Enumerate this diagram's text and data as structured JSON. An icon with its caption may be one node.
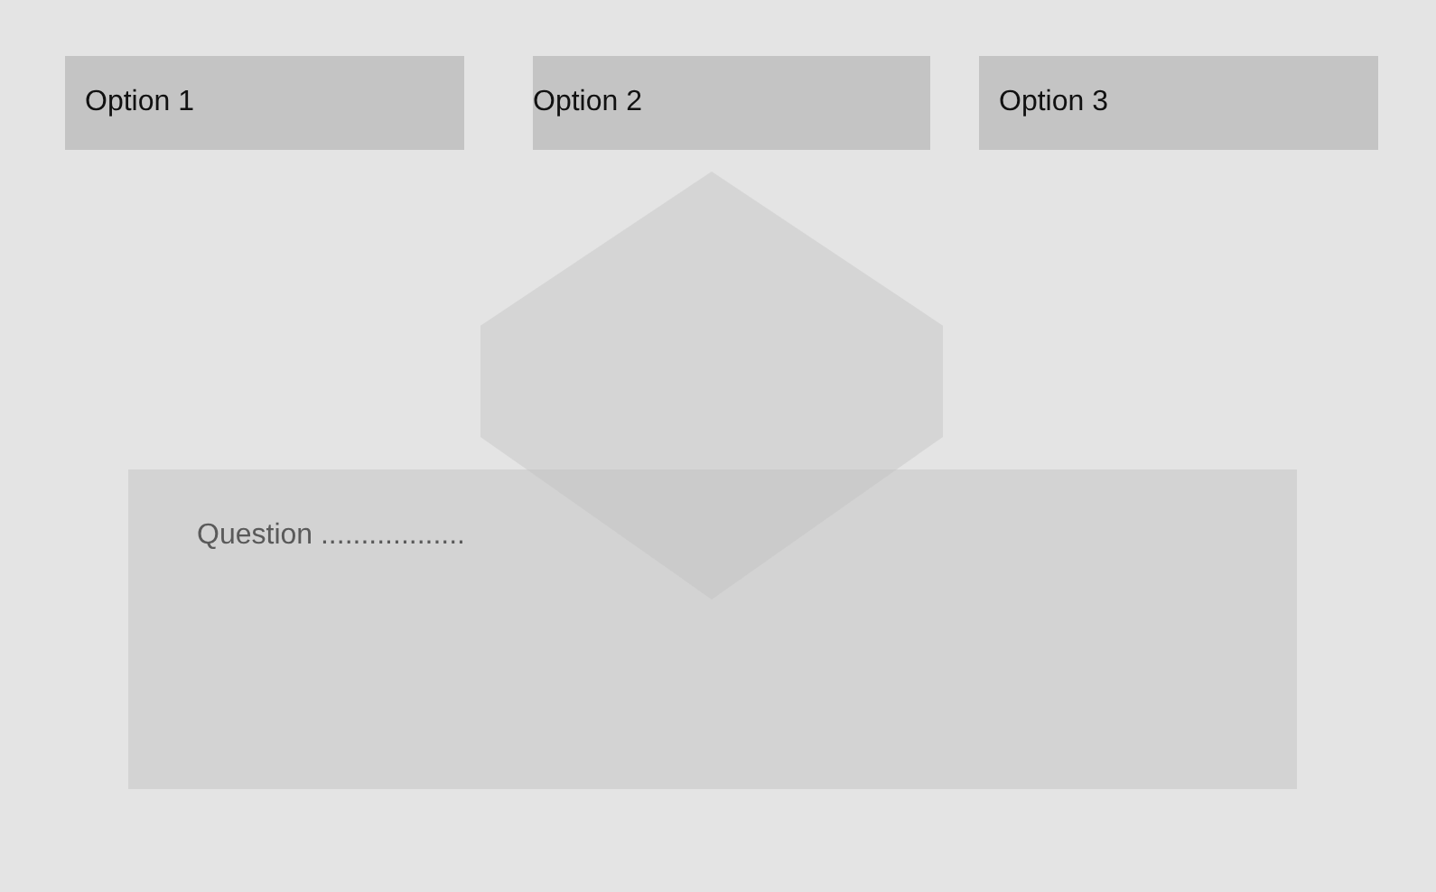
{
  "diagram": {
    "nodes": [
      {
        "text": [
          "Option 1"
        ]
      },
      {
        "text": [
          "Option 2"
        ]
      },
      {
        "text": [
          "Option 3"
        ]
      },
      {
        "text": [],
        "shape": "hexagon"
      },
      {
        "text": [
          "Question .................."
        ]
      }
    ]
  }
}
